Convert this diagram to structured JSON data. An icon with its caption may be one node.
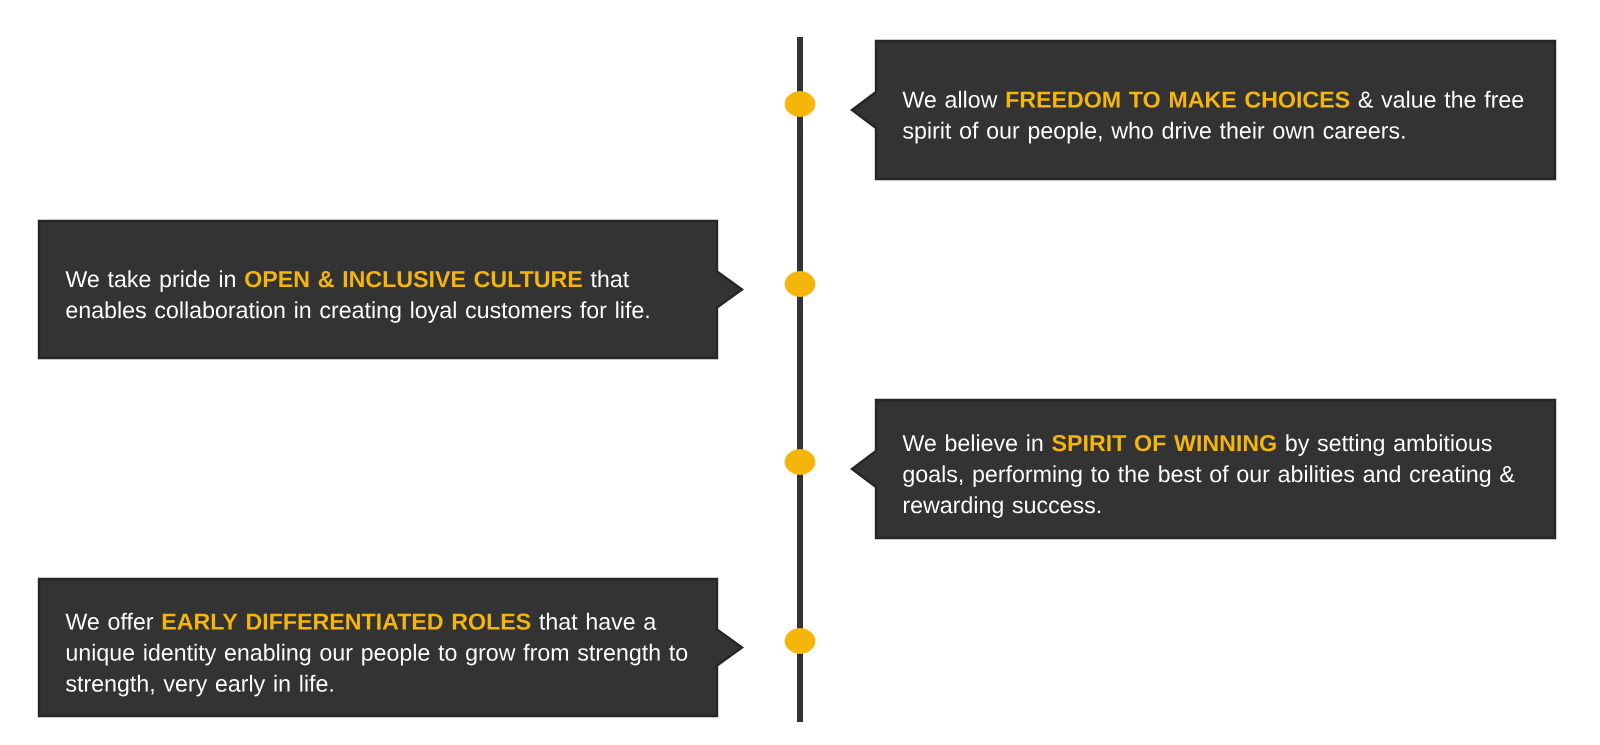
{
  "diagram": {
    "nodes": [
      {
        "text": [
          "We allow **FREEDOM TO MAKE CHOICES** & value the free spirit of our people, who drive their own careers."
        ]
      },
      {
        "text": [
          "We take pride in **OPEN & INCLUSIVE CULTURE** that enables collaboration in creating loyal customers for life."
        ]
      },
      {
        "text": [
          "We believe in **SPIRIT OF WINNING** by setting ambitious goals, performing to the best of our abilities and creating & rewarding success."
        ]
      },
      {
        "text": [
          "We offer **EARLY DIFFERENTIATED ROLES** that have a unique identity enabling our people to grow from strength to strength, very early in life."
        ]
      },
      {
        "text": [],
        "shape": "circle"
      },
      {
        "text": [],
        "shape": "circle"
      },
      {
        "text": [],
        "shape": "circle"
      },
      {
        "text": [],
        "shape": "circle"
      }
    ]
  }
}
